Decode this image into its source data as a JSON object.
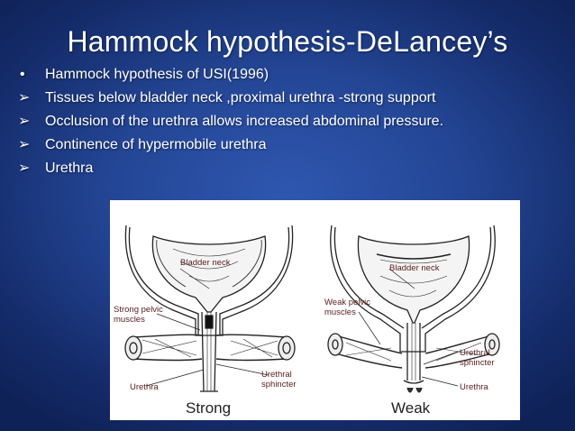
{
  "title": "Hammock hypothesis-DeLancey’s",
  "bullets": [
    {
      "marker": "•",
      "text": "Hammock hypothesis of USI(1996)"
    },
    {
      "marker": "➢",
      "text": "Tissues below bladder neck ,proximal urethra -strong support"
    },
    {
      "marker": "➢",
      "text": "Occlusion of the urethra allows increased abdominal pressure."
    },
    {
      "marker": "➢",
      "text": " Continence of hypermobile urethra"
    },
    {
      "marker": "➢",
      "text": "Urethra"
    }
  ],
  "figure": {
    "left": {
      "bladder_neck": "Bladder neck",
      "muscles_1": "Strong pelvic",
      "muscles_2": "muscles",
      "urethra": "Urethra",
      "sphincter_1": "Urethral",
      "sphincter_2": "sphincter",
      "caption": "Strong"
    },
    "right": {
      "bladder_neck": "Bladder neck",
      "muscles_1": "Weak pelvic",
      "muscles_2": "muscles",
      "sphincter_1": "Urethral",
      "sphincter_2": "sphincter",
      "urethra": "Urethra",
      "caption": "Weak"
    }
  }
}
